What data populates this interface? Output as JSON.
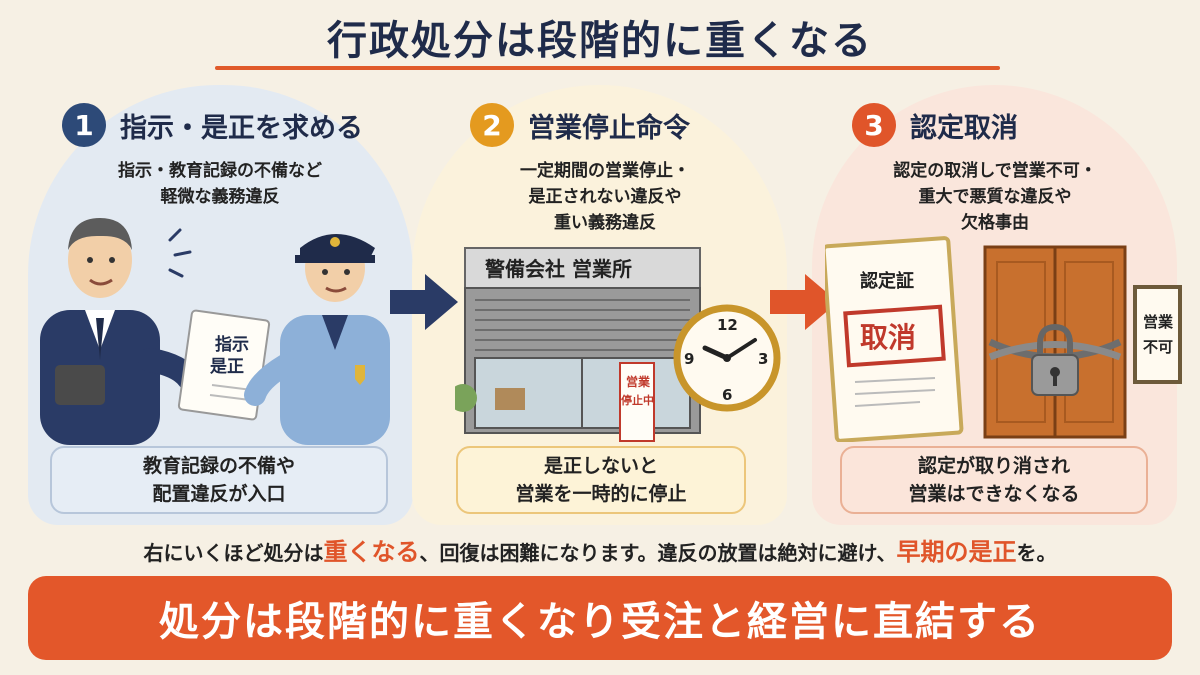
{
  "title": "行政処分は段階的に重くなる",
  "steps": [
    {
      "number": "1",
      "title": "指示・是正を求める",
      "desc": [
        "指示・教育記録の不備など",
        "軽微な義務違反"
      ],
      "document_text": [
        "指示",
        "是正"
      ],
      "note": [
        "教育記録の不備や",
        "配置違反が入口"
      ]
    },
    {
      "number": "2",
      "title": "営業停止命令",
      "desc": [
        "一定期間の営業停止・",
        "是正されない違反や",
        "重い義務違反"
      ],
      "shop_sign": "警備会社 営業所",
      "stand_sign": [
        "営業",
        "停止中"
      ],
      "clock_numbers": [
        "12",
        "3",
        "6",
        "9"
      ],
      "note": [
        "是正しないと",
        "営業を一時的に停止"
      ]
    },
    {
      "number": "3",
      "title": "認定取消",
      "desc": [
        "認定の取消しで営業不可・",
        "重大で悪質な違反や",
        "欠格事由"
      ],
      "certificate_title": "認定証",
      "certificate_stamp": "取消",
      "door_sign": [
        "営業",
        "不可"
      ],
      "note": [
        "認定が取り消され",
        "営業はできなくなる"
      ]
    }
  ],
  "bottom": {
    "part1": "右にいくほど処分は",
    "highlight1": "重くなる",
    "part2": "、回復は困難になります。違反の放置は絶対に避け、",
    "highlight2": "早期の是正",
    "part3": "を。"
  },
  "banner": "処分は段階的に重くなり受注と経営に直結する",
  "colors": {
    "navy": "#1f2b4a",
    "accent_orange": "#e0552a",
    "step2_yellow": "#e49a1f",
    "banner": "#e3572a"
  }
}
